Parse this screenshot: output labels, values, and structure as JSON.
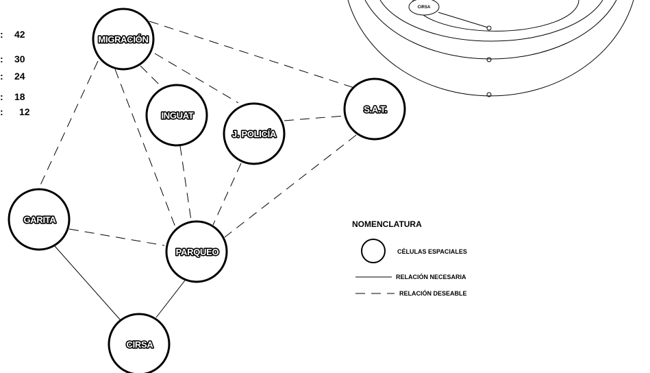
{
  "scale": {
    "values": [
      "42",
      "30",
      "24",
      "18",
      "12"
    ]
  },
  "nodes": {
    "migracion": "MIGRACIÓN",
    "inguat": "INGUAT",
    "policia": "J. POLICÍA",
    "sat": "S.A.T.",
    "garita": "GARITA",
    "parqueo": "PARQUEO",
    "cirsa": "CIRSA"
  },
  "inset": {
    "label": "CIRSA"
  },
  "legend": {
    "title": "NOMENCLATURA",
    "cells": "CÉLULAS ESPACIALES",
    "necessary": "RELACIÓN NECESARIA",
    "desirable": "RELACIÓN DESEABLE"
  },
  "colors": {
    "line": "#000000",
    "background": "#ffffff"
  }
}
